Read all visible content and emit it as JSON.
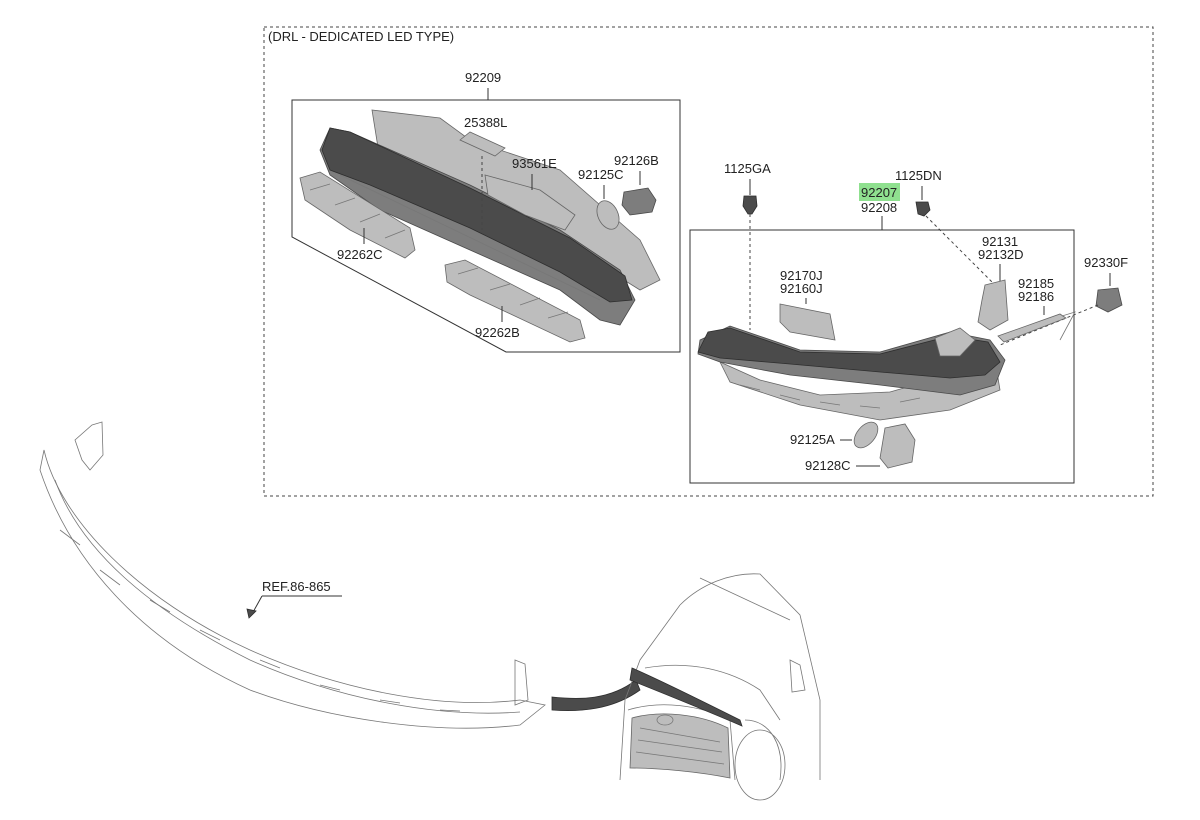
{
  "section_title": "(DRL - DEDICATED LED TYPE)",
  "labels": {
    "p92209": "92209",
    "p25388L": "25388L",
    "p93561E": "93561E",
    "p92126B": "92126B",
    "p92125C": "92125C",
    "p92262C": "92262C",
    "p92262B": "92262B",
    "p1125GA": "1125GA",
    "p1125DN": "1125DN",
    "p92207": "92207",
    "p92208": "92208",
    "p92131": "92131",
    "p92132D": "92132D",
    "p92330F": "92330F",
    "p92170J": "92170J",
    "p92160J": "92160J",
    "p92185": "92185",
    "p92186": "92186",
    "p92125A": "92125A",
    "p92128C": "92128C",
    "ref": "REF.86-865"
  },
  "colors": {
    "highlight": "#8fe08f"
  }
}
